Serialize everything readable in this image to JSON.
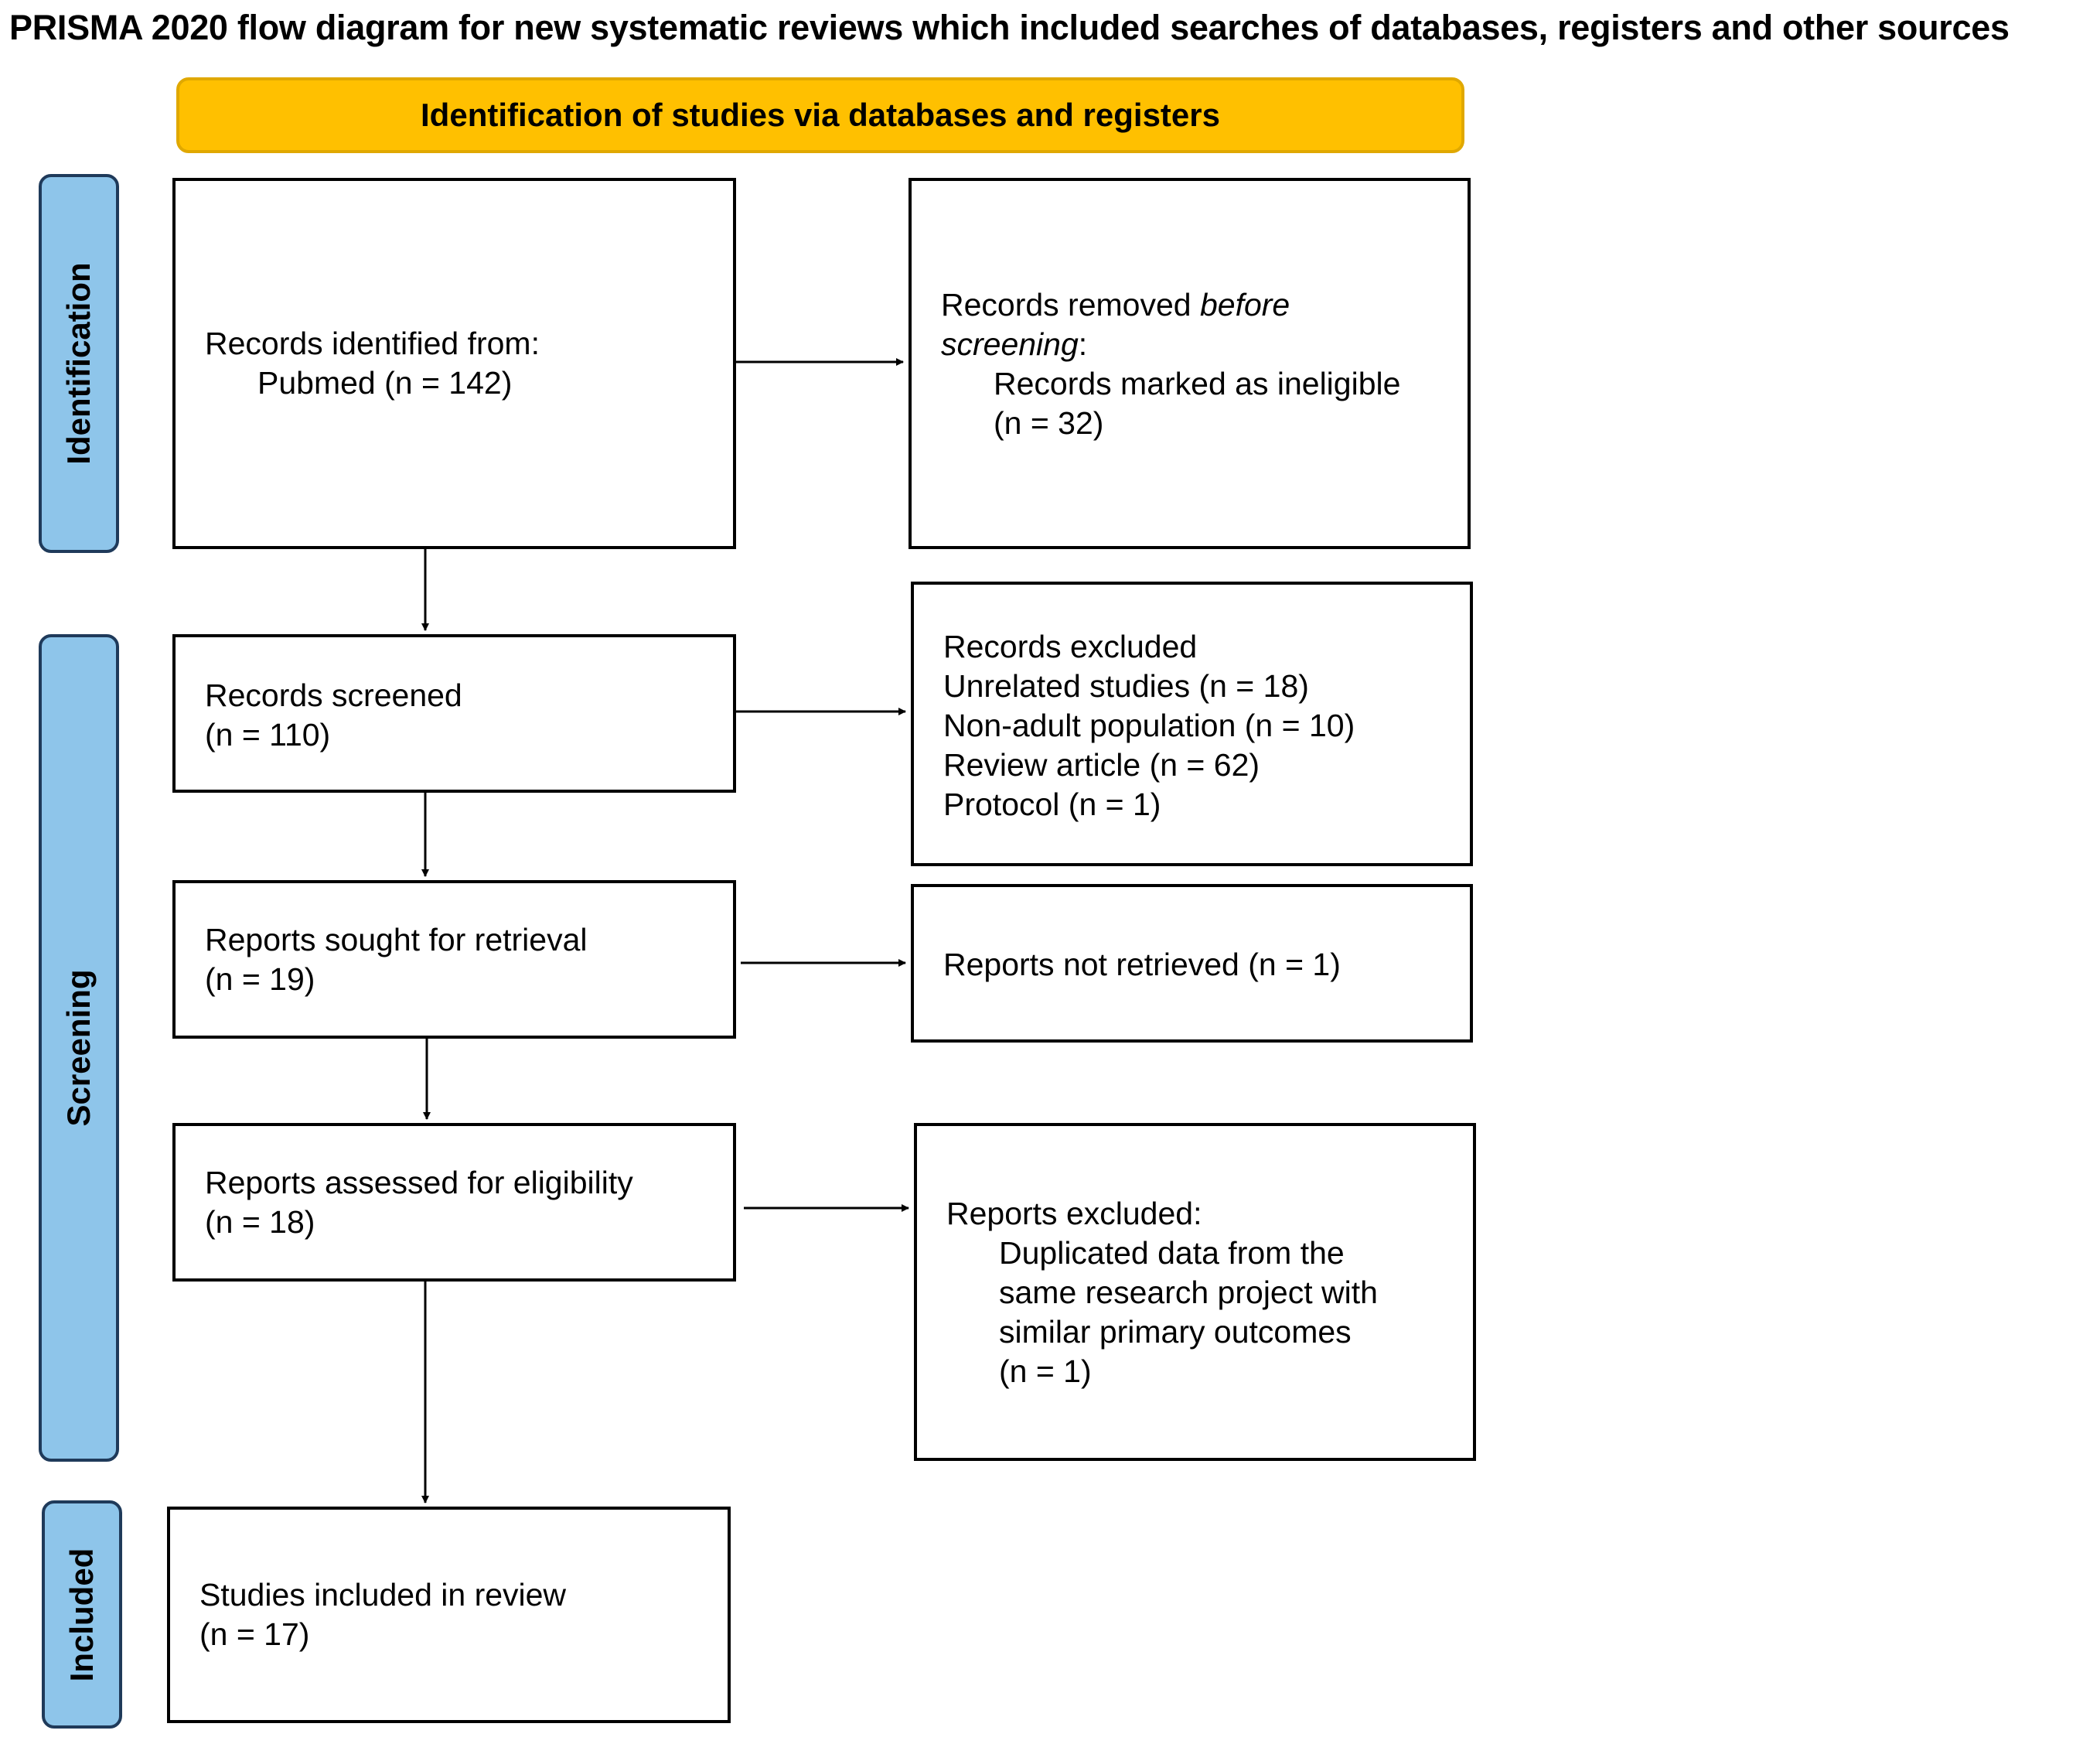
{
  "title": "PRISMA 2020 flow diagram for new systematic reviews which included searches of databases, registers and other sources",
  "banner": "Identification of studies via databases and registers",
  "phases": {
    "identification": "Identification",
    "screening": "Screening",
    "included": "Included"
  },
  "boxes": {
    "identified": {
      "line1": "Records identified from:",
      "line2": "Pubmed (n = 142)"
    },
    "removed": {
      "prefix": "Records removed ",
      "emph1": "before",
      "emph2": "screening",
      "colon": ":",
      "line3": "Records marked as ineligible",
      "line4": "(n = 32)"
    },
    "screened": {
      "line1": "Records screened",
      "line2": "(n = 110)"
    },
    "excluded": {
      "line1": "Records excluded",
      "line2": "Unrelated studies (n = 18)",
      "line3": "Non-adult population (n = 10)",
      "line4": "Review article (n = 62)",
      "line5": "Protocol (n = 1)"
    },
    "sought": {
      "line1": "Reports sought for retrieval",
      "line2": "(n = 19)"
    },
    "not_retrieved": {
      "line1": "Reports not retrieved (n = 1)"
    },
    "assessed": {
      "line1": "Reports assessed for eligibility",
      "line2": "(n = 18)"
    },
    "reports_excluded": {
      "line1": "Reports excluded:",
      "line2": "Duplicated data from the",
      "line3": "same research project with",
      "line4": "similar primary outcomes",
      "line5": "(n = 1)"
    },
    "included": {
      "line1": "Studies included in review",
      "line2": "(n = 17)"
    }
  }
}
